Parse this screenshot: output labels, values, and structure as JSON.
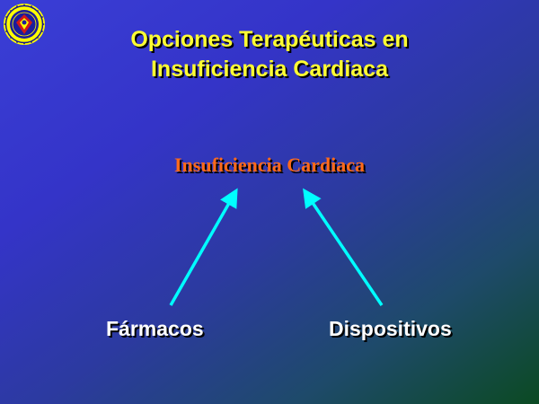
{
  "slide": {
    "title_line1": "Opciones Terapéuticas en",
    "title_line2": "Insuficiencia Cardiaca",
    "center_node": "Insuficiencia Cardiaca",
    "left_node": "Fármacos",
    "right_node": "Dispositivos"
  },
  "colors": {
    "title": "#ffff33",
    "center_node": "#ff6a1a",
    "leaf_nodes": "#ffffff",
    "arrows": "#00ffff",
    "seal": "#ffff00"
  },
  "icons": {
    "seal": "university-seal-icon"
  }
}
